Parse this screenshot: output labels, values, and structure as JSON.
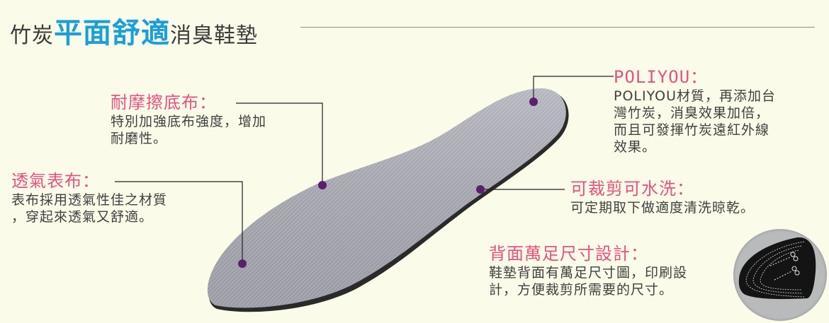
{
  "title": {
    "prefix": "竹炭",
    "highlight": "平面舒適",
    "suffix": "消臭鞋墊"
  },
  "colors": {
    "background": "#fafbe9",
    "highlight_blue": "#1a9fd9",
    "heading_pink": "#e5527e",
    "body_text": "#404040",
    "marker_purple": "#5b1f6e",
    "insole_gray": "#b3b4bd"
  },
  "features": [
    {
      "id": "abrasion-bottom-fabric",
      "heading": "耐摩擦底布：",
      "lines": [
        "特別加強底布強度，增加",
        "耐磨性。"
      ]
    },
    {
      "id": "breathable-top-fabric",
      "heading": "透氣表布：",
      "lines": [
        "表布採用透氣性佳之材質",
        "，穿起來透氣又舒適。"
      ]
    },
    {
      "id": "poliyou",
      "heading": "POLIYOU：",
      "lines": [
        "POLIYOU材質，再添加台",
        "灣竹炭，消臭效果加倍，",
        "而且可發揮竹炭遠紅外線",
        "效果。"
      ]
    },
    {
      "id": "cuttable-washable",
      "heading": "可裁剪可水洗：",
      "lines": [
        "可定期取下做適度清洗晾乾。"
      ]
    },
    {
      "id": "universal-size-back",
      "heading": "背面萬足尺寸設計：",
      "lines": [
        "鞋墊背面有萬足尺寸圖，印刷設",
        "計，方便裁剪所需要的尺寸。"
      ]
    }
  ]
}
